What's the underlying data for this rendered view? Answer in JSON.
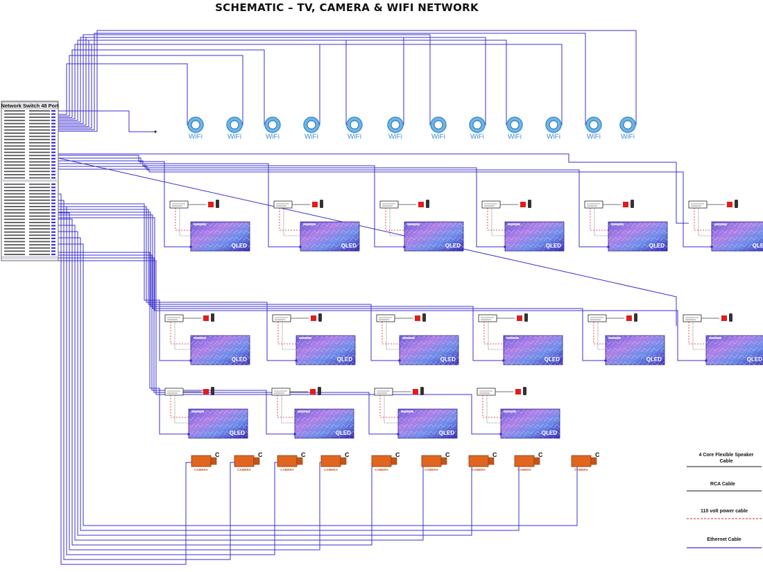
{
  "title": "SCHEMATIC – TV, CAMERA & WIFI NETWORK",
  "network_switch": {
    "title": "Network Switch 48 Port"
  },
  "wifi": {
    "label": "WiFi"
  },
  "tv": {
    "brand": "QLED"
  },
  "camera": {
    "label": "CAMERA",
    "letter": "C"
  },
  "legend": {
    "speaker": "4 Core Flexible Speaker Cable",
    "speaker_line1": "4 Core Flexible Speaker",
    "speaker_line2": "Cable",
    "rca": "RCA Cable",
    "power": "110 volt power cable",
    "ethernet": "Ethernet Cable"
  },
  "colors": {
    "ethernet": "#3a2fd0",
    "power": "#e31b1b",
    "wifi": "#3f8fd0",
    "camera": "#e0651f",
    "tv_a": "#5a4fd6",
    "tv_b": "#b27fe8",
    "tv_c": "#7fa6ef"
  },
  "wifi_count": 12,
  "camera_count": 9,
  "tv_rows": [
    6,
    6,
    4
  ]
}
